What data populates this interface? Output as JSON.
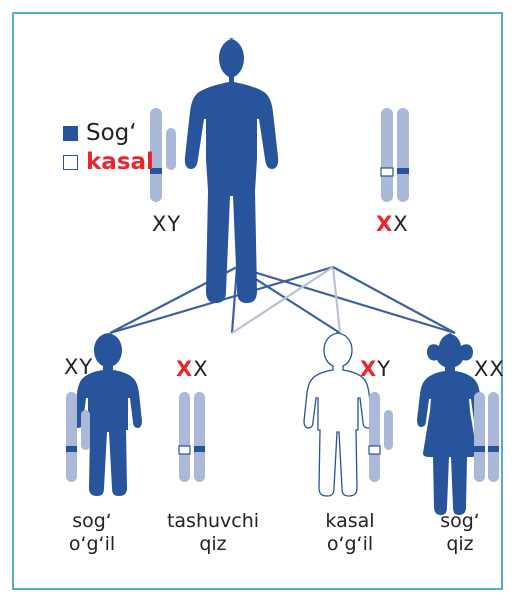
{
  "legend": {
    "healthy_label": "Sog‘",
    "sick_label": "kasal",
    "healthy_color": "#27549a",
    "sick_label_color": "#e8262b"
  },
  "parents": {
    "father_genotype": "XY",
    "mother_genotype_red": "X",
    "mother_genotype_rest": "X"
  },
  "children": [
    {
      "genotype_red": "",
      "genotype_rest": "XY",
      "label_line1": "sog‘",
      "label_line2": "o‘g‘il"
    },
    {
      "genotype_red": "X",
      "genotype_rest": "X",
      "label_line1": "tashuvchi",
      "label_line2": "qiz"
    },
    {
      "genotype_red": "X",
      "genotype_rest": "Y",
      "label_line1": "kasal",
      "label_line2": "o‘g‘il"
    },
    {
      "genotype_red": "",
      "genotype_rest": "XX",
      "label_line1": "sog‘",
      "label_line2": "qiz"
    }
  ],
  "colors": {
    "frame": "#5aa7dc",
    "figure_blue": "#27549a",
    "chromosome": "#aab9d8",
    "line": "#3e5f9e",
    "carrier_line": "#b9c2d4"
  }
}
